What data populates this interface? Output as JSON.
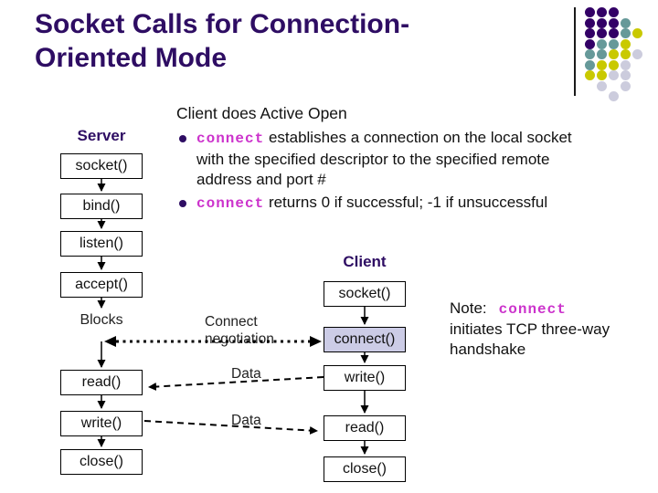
{
  "slide": {
    "title_lines": [
      "Socket Calls for Connection-",
      "Oriented Mode"
    ]
  },
  "content": {
    "heading": "Client does Active Open",
    "bullets": [
      {
        "code": "connect",
        "lines": [
          " establishes a connection on the local socket",
          "with the specified descriptor to the specified remote",
          "address and port #"
        ]
      },
      {
        "code": "connect",
        "lines": [
          " returns 0 if successful; -1 if unsuccessful"
        ]
      }
    ],
    "note": {
      "prefix": "Note:",
      "code": "connect",
      "lines": [
        "initiates TCP three-way",
        "handshake"
      ]
    }
  },
  "diagram": {
    "server": {
      "label": "Server",
      "boxes": [
        "socket()",
        "bind()",
        "listen()",
        "accept()",
        "read()",
        "write()",
        "close()"
      ],
      "blocks_label": "Blocks"
    },
    "client": {
      "label": "Client",
      "boxes": [
        "socket()",
        "connect()",
        "write()",
        "read()",
        "close()"
      ]
    },
    "negotiation_label_lines": [
      "Connect",
      "negotiation"
    ],
    "data_label_top": "Data",
    "data_label_bottom": "Data"
  },
  "colors": {
    "title_purple": "#2e0d63",
    "code_pink": "#cc33cc",
    "connect_box_fill": "#cccce6",
    "box_border": "#000000",
    "body_text": "#111111"
  },
  "decoration": {
    "dot_colors": {
      "P": "#330066",
      "T": "#669999",
      "Y": "#c9c900",
      "G": "#ccccdd"
    },
    "pattern": [
      "PPP..",
      "PPPT.",
      "PPPTY",
      "PTTY.",
      "TTYYG",
      "TYYG.",
      "YYGG.",
      ".G.G.",
      "..G.."
    ]
  }
}
